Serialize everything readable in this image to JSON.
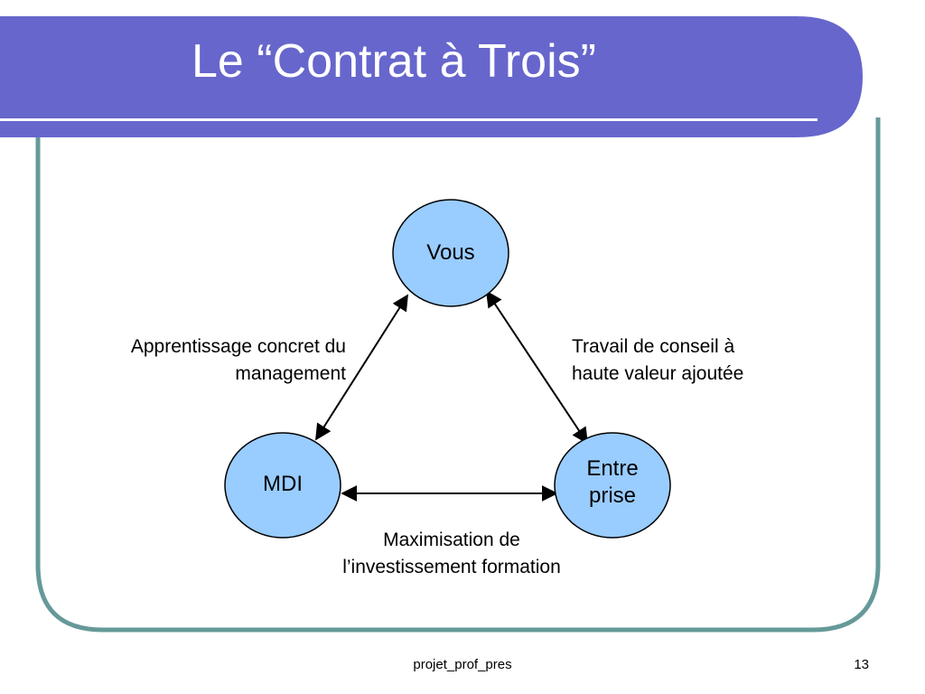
{
  "slide": {
    "title": "Le “Contrat à Trois”"
  },
  "diagram": {
    "nodes": {
      "vous": {
        "label": "Vous"
      },
      "mdi": {
        "label": "MDI"
      },
      "entreprise": {
        "line1": "Entre",
        "line2": "prise"
      }
    },
    "edges": {
      "vous_mdi": {
        "line1": "Apprentissage concret du",
        "line2": "management"
      },
      "vous_entreprise": {
        "line1": "Travail de conseil à",
        "line2": "haute valeur ajoutée"
      },
      "mdi_entreprise": {
        "line1": "Maximisation de",
        "line2": "l’investissement formation"
      }
    }
  },
  "footer": {
    "center": "projet_prof_pres",
    "page_number": "13"
  },
  "colors": {
    "title_band": "#6666cc",
    "frame_border": "#669999",
    "node_fill": "#99ccff",
    "title_rule": "#ffffff"
  }
}
